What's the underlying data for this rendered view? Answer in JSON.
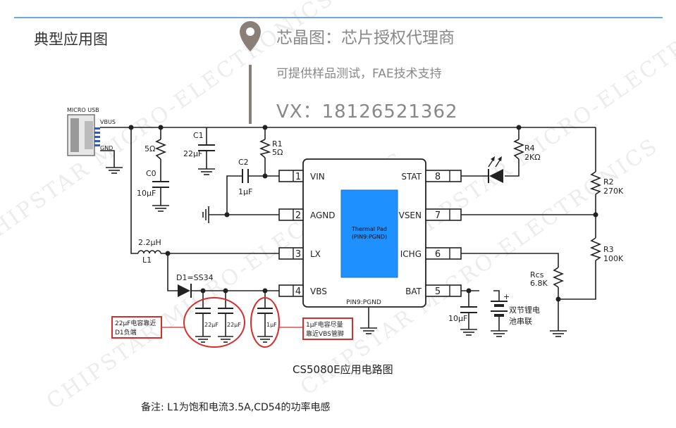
{
  "header": {
    "title": "典型应用图",
    "ad_title": "芯晶图：芯片授权代理商",
    "ad_sub": "可提供样品测试，FAE技术支持",
    "ad_vx": "VX：18126521362"
  },
  "watermark": "CHIPSTAR MICRO-ELECTRONICS",
  "usb": {
    "label": "MICRO USB",
    "vbus": "VBUS",
    "gnd": "GND"
  },
  "ic": {
    "pins_left": [
      {
        "num": "1",
        "name": "VIN"
      },
      {
        "num": "2",
        "name": "AGND"
      },
      {
        "num": "3",
        "name": "LX"
      },
      {
        "num": "4",
        "name": "VBS"
      }
    ],
    "pins_right": [
      {
        "num": "8",
        "name": "STAT"
      },
      {
        "num": "7",
        "name": "VSEN"
      },
      {
        "num": "6",
        "name": "ICHG"
      },
      {
        "num": "5",
        "name": "BAT"
      }
    ],
    "thermal_pad": "Thermal Pad",
    "thermal_pad_sub": "(PIN9:PGND)",
    "pgnd": "PIN9:PGND"
  },
  "components": {
    "r_5ohm": "5Ω",
    "c0": "C0",
    "c0_val": "10μF",
    "c1": "C1",
    "c1_val": "22μF",
    "r1": "R1",
    "r1_val": "5Ω",
    "c2": "C2",
    "c2_val": "1μF",
    "r4": "R4",
    "r4_val": "2KΩ",
    "r2": "R2",
    "r2_val": "270K",
    "r3": "R3",
    "r3_val": "100K",
    "rcs": "Rcs",
    "rcs_val": "6.8K",
    "l1_val": "2.2μH",
    "l1": "L1",
    "d1": "D1=SS34",
    "cap_22a": "22μF",
    "cap_22b": "22μF",
    "cap_1": "1μF",
    "c_bat": "10μF",
    "battery_plus": "+",
    "battery_l1": "双节锂电",
    "battery_l2": "池串联"
  },
  "notes": {
    "box1_l1": "22μF电容靠近",
    "box1_l2": "D1负端",
    "box2_l1": "1μF电容尽量",
    "box2_l2": "靠近VBS管脚"
  },
  "caption": "CS5080E应用电路图",
  "footnote": "备注: L1为饱和电流3.5A,CD54的功率电感",
  "colors": {
    "wire": "#222222",
    "thermal": "#1e90ff",
    "note_red": "#d62d2d",
    "accent": "#6fa8dc"
  }
}
